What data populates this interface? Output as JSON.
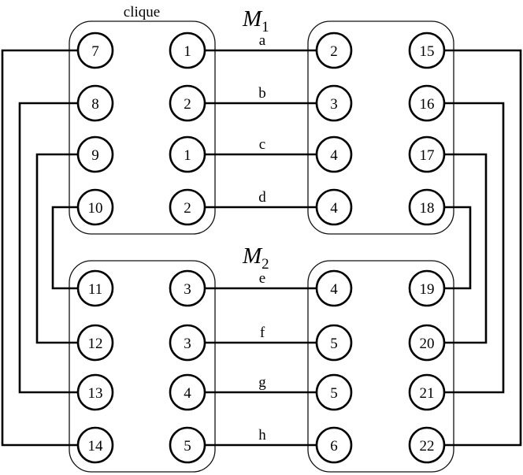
{
  "annotations": {
    "clique": "clique",
    "m1": {
      "base": "M",
      "sub": "1"
    },
    "m2": {
      "base": "M",
      "sub": "2"
    }
  },
  "nodes": {
    "m1_left_outer": [
      "7",
      "8",
      "9",
      "10"
    ],
    "m1_left_inner": [
      "1",
      "2",
      "1",
      "2"
    ],
    "m1_right_inner": [
      "2",
      "3",
      "4",
      "4"
    ],
    "m1_right_outer": [
      "15",
      "16",
      "17",
      "18"
    ],
    "m2_left_outer": [
      "11",
      "12",
      "13",
      "14"
    ],
    "m2_left_inner": [
      "3",
      "3",
      "4",
      "5"
    ],
    "m2_right_inner": [
      "4",
      "5",
      "5",
      "6"
    ],
    "m2_right_outer": [
      "19",
      "20",
      "21",
      "22"
    ]
  },
  "edge_labels": [
    "a",
    "b",
    "c",
    "d",
    "e",
    "f",
    "g",
    "h"
  ]
}
